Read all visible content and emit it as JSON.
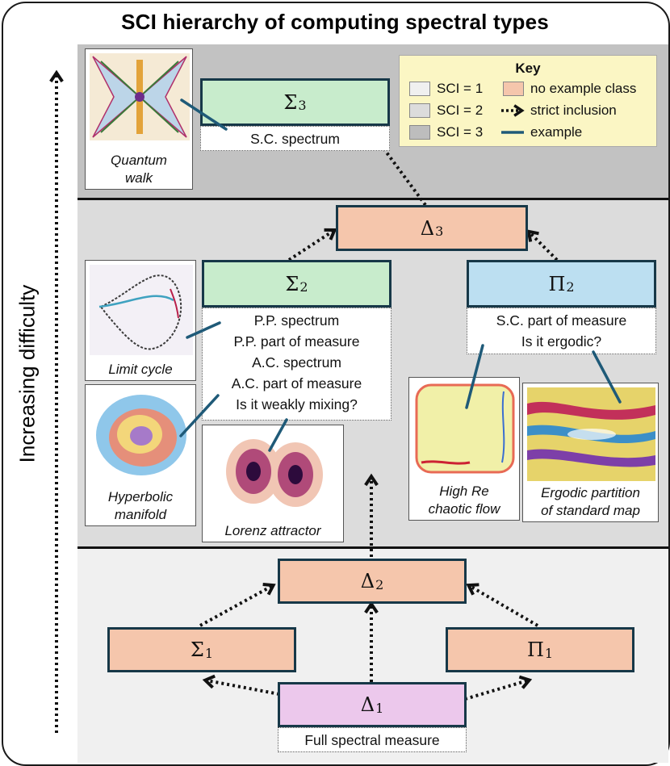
{
  "title": "SCI hierarchy of computing spectral types",
  "y_axis_label": "Increasing difficulty",
  "colors": {
    "level1": "#f0f0f0",
    "level2": "#dcdcdc",
    "level3": "#c2c2c2",
    "no_example": "#f5c6ac",
    "sigma": "#c8eccc",
    "pi": "#bcdff1",
    "delta1": "#ecc8ec",
    "edge": "#173848"
  },
  "classes": {
    "sigma3": {
      "sym": "Σ",
      "sub": "3"
    },
    "delta3": {
      "sym": "Δ",
      "sub": "3"
    },
    "sigma2": {
      "sym": "Σ",
      "sub": "2"
    },
    "pi2": {
      "sym": "Π",
      "sub": "2"
    },
    "delta2": {
      "sym": "Δ",
      "sub": "2"
    },
    "sigma1": {
      "sym": "Σ",
      "sub": "1"
    },
    "pi1": {
      "sym": "Π",
      "sub": "1"
    },
    "delta1": {
      "sym": "Δ",
      "sub": "1"
    }
  },
  "examples": {
    "sigma3": [
      "S.C. spectrum"
    ],
    "sigma2": [
      "P.P. spectrum",
      "P.P. part of measure",
      "A.C. spectrum",
      "A.C. part of measure",
      "Is it weakly mixing?"
    ],
    "pi2": [
      "S.C. part of measure",
      "Is it ergodic?"
    ],
    "delta1": [
      "Full spectral measure"
    ]
  },
  "images": {
    "quantum": [
      "Quantum",
      "walk"
    ],
    "limit": [
      "Limit cycle"
    ],
    "hyper": [
      "Hyperbolic",
      "manifold"
    ],
    "lorenz": [
      "Lorenz attractor"
    ],
    "flow": [
      "High Re",
      "chaotic flow"
    ],
    "ergodic": [
      "Ergodic partition",
      "of standard map"
    ]
  },
  "key": {
    "title": "Key",
    "sci1": "SCI = 1",
    "sci2": "SCI = 2",
    "sci3": "SCI = 3",
    "no_example": "no example class",
    "strict": "strict inclusion",
    "example": "example"
  }
}
